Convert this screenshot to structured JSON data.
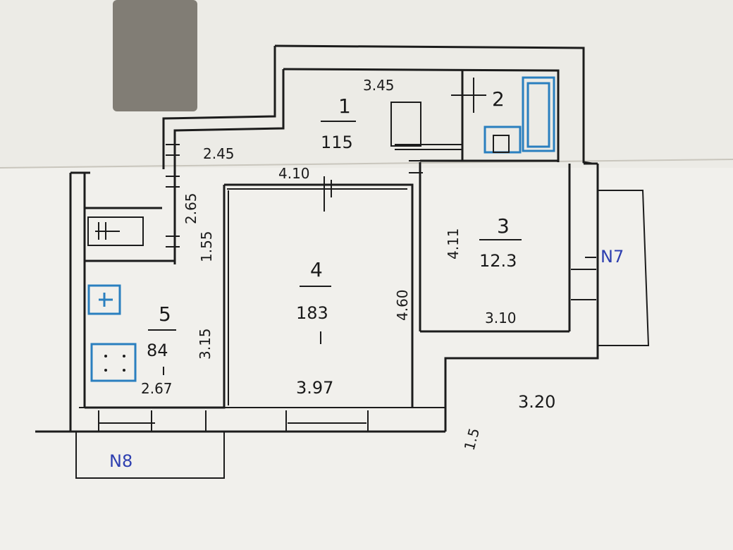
{
  "rooms": [
    {
      "number": "1",
      "area": "115"
    },
    {
      "number": "2"
    },
    {
      "number": "3",
      "area": "12.3"
    },
    {
      "number": "4",
      "area": "183"
    },
    {
      "number": "5",
      "area": "84"
    }
  ],
  "dimensions": [
    "3.45",
    "2.45",
    "4.10",
    "2.65",
    "1.55",
    "3.15",
    "4.11",
    "4.60",
    "3.10",
    "3.97",
    "2.67",
    "3.20",
    "1.5"
  ],
  "balconies": [
    {
      "label": "N7"
    },
    {
      "label": "N8"
    }
  ],
  "colors": {
    "paper": "#ecebe6",
    "ink": "#1c1c1c",
    "fixture": "#2a7fbf",
    "label": "#2e3fb0",
    "shadow": "#6f6a60"
  }
}
